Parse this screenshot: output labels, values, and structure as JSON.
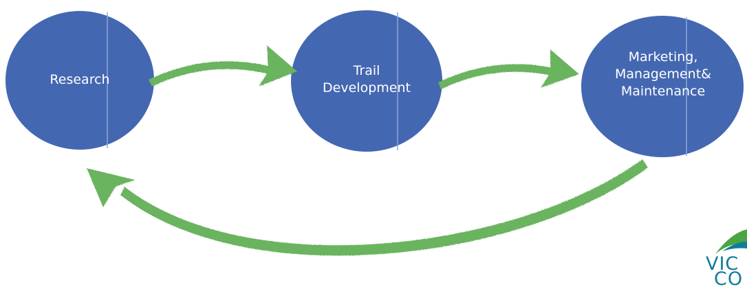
{
  "colors": {
    "node_fill": "#4467b1",
    "node_divider": "#8fa6d8",
    "arrow": "#6ab35f",
    "logo_teal": "#0e7d99",
    "logo_green": "#4aa443"
  },
  "nodes": [
    {
      "id": "research",
      "lines": [
        "Research"
      ]
    },
    {
      "id": "trail-development",
      "lines": [
        "Trail",
        "Development"
      ]
    },
    {
      "id": "marketing",
      "lines": [
        "Marketing,",
        "Management&",
        "Maintenance"
      ]
    }
  ],
  "arrows": [
    {
      "from": "research",
      "to": "trail-development"
    },
    {
      "from": "trail-development",
      "to": "marketing"
    },
    {
      "from": "marketing",
      "to": "research"
    }
  ],
  "logo": {
    "icon": "leaf-logo-icon",
    "lines": [
      "VIC",
      "CO"
    ]
  }
}
